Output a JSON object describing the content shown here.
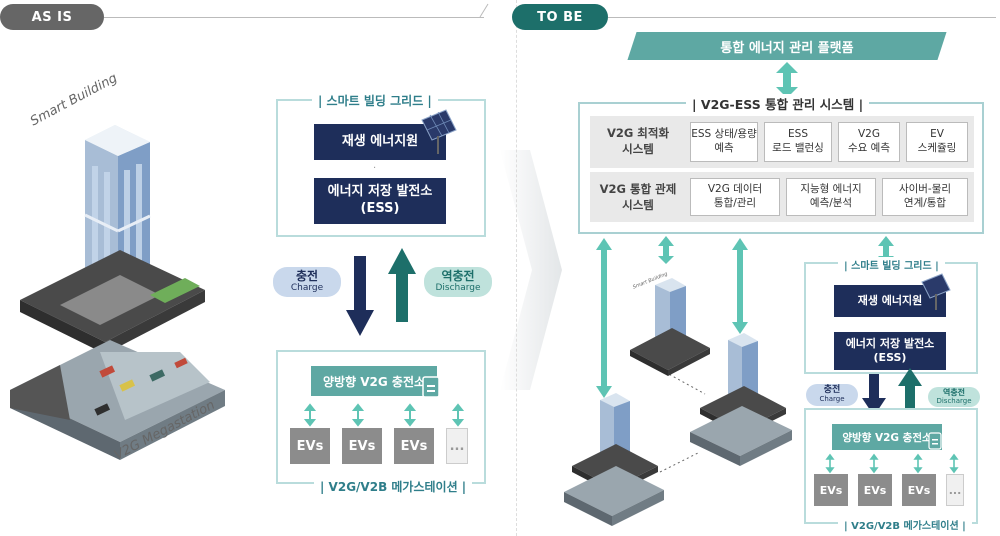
{
  "as_is": {
    "tag": "AS IS",
    "smart_building_label": "Smart Building",
    "megastation_label": "V2G Megastation",
    "grid_title": "| 스마트 빌딩 그리드 |",
    "renewable": "재생 에너지원",
    "ess_line1": "에너지 저장 발전소",
    "ess_line2": "(ESS)",
    "charge_ko": "충전",
    "charge_en": "Charge",
    "discharge_ko": "역충전",
    "discharge_en": "Discharge",
    "charger": "양방향 V2G 충전소",
    "evs": [
      "EVs",
      "EVs",
      "EVs",
      "..."
    ],
    "mega_title": "| V2G/V2B 메가스테이션 |"
  },
  "to_be": {
    "tag": "TO BE",
    "platform": "통합 에너지 관리 플랫폼",
    "system_title": "| V2G-ESS 통합 관리 시스템 |",
    "row1_label_line1": "V2G 최적화",
    "row1_label_line2": "시스템",
    "row1_cells": [
      {
        "l1": "ESS 상태/용량",
        "l2": "예측"
      },
      {
        "l1": "ESS",
        "l2": "로드 밸런싱"
      },
      {
        "l1": "V2G",
        "l2": "수요 예측"
      },
      {
        "l1": "EV",
        "l2": "스케쥴링"
      }
    ],
    "row2_label_line1": "V2G 통합 관제",
    "row2_label_line2": "시스템",
    "row2_cells": [
      {
        "l1": "V2G 데이터",
        "l2": "통합/관리"
      },
      {
        "l1": "지능형 에너지",
        "l2": "예측/분석"
      },
      {
        "l1": "사이버-물리",
        "l2": "연계/통합"
      }
    ],
    "small_building_label": "Smart Building",
    "grid_title": "| 스마트 빌딩 그리드 |",
    "renewable": "재생 에너지원",
    "ess_line1": "에너지 저장 발전소",
    "ess_line2": "(ESS)",
    "charge_ko": "충전",
    "charge_en": "Charge",
    "discharge_ko": "역충전",
    "discharge_en": "Discharge",
    "charger": "양방향 V2G 충전소",
    "evs": [
      "EVs",
      "EVs",
      "EVs",
      "..."
    ],
    "mega_title": "| V2G/V2B 메가스테이션 |"
  },
  "colors": {
    "navy": "#1e2e5a",
    "teal": "#5ea8a3",
    "dark_teal": "#1d6f6a",
    "frame": "#b9dcdc"
  }
}
